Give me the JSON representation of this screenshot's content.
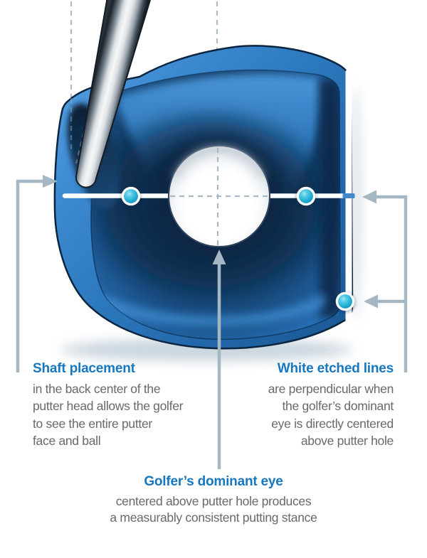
{
  "figure": {
    "description": "Top view of a blue golf putter head with a center hole, rear-center shaft, white etched alignment lines and teal alignment dots"
  },
  "labels": {
    "shaft_placement": {
      "heading": "Shaft placement",
      "body_lines": [
        "in the back center of the",
        "putter head allows the golfer",
        "to see the entire putter",
        "face and ball"
      ]
    },
    "white_etched_lines": {
      "heading": "White etched lines",
      "body_lines": [
        "are perpendicular when",
        "the golfer’s dominant",
        "eye is directly centered",
        "above putter hole"
      ]
    },
    "dominant_eye": {
      "heading": "Golfer’s dominant eye",
      "body_lines": [
        "centered above putter hole produces",
        "a measurably consistent putting stance"
      ]
    }
  },
  "colors": {
    "heading_blue": "#1777bf",
    "body_gray": "#67696c",
    "connector_gray": "#a6b7c4",
    "dashed_gray": "#a7b6c1",
    "dot_teal": "#2cb3d8",
    "putter_blue": "#2f7cc1",
    "putter_dark_blue": "#0e2f52",
    "etched_line_white": "#ffffff",
    "background_white": "#ffffff"
  }
}
